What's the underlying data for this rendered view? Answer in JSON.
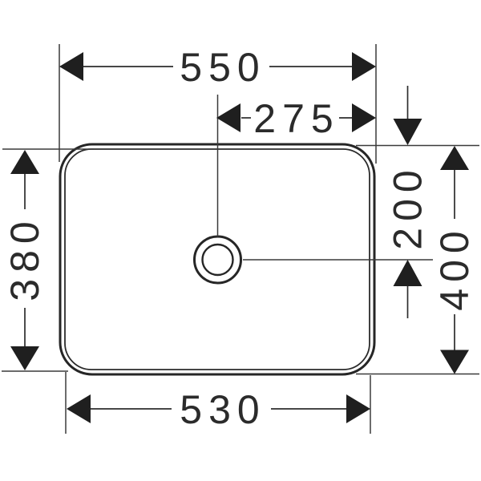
{
  "drawing": {
    "type": "technical-dimension-drawing",
    "view": "top-view-washbasin-with-center-drain",
    "colors": {
      "background": "#ffffff",
      "outline": "#262626",
      "dimension_line": "#2d2d2d",
      "arrow": "#1f1f1f",
      "text": "#2b2b2b"
    },
    "dimensions": {
      "overall_width": "550",
      "drain_center_offset": "275",
      "inner_depth": "380",
      "drain_from_top": "200",
      "overall_depth": "400",
      "inner_width": "530"
    }
  }
}
